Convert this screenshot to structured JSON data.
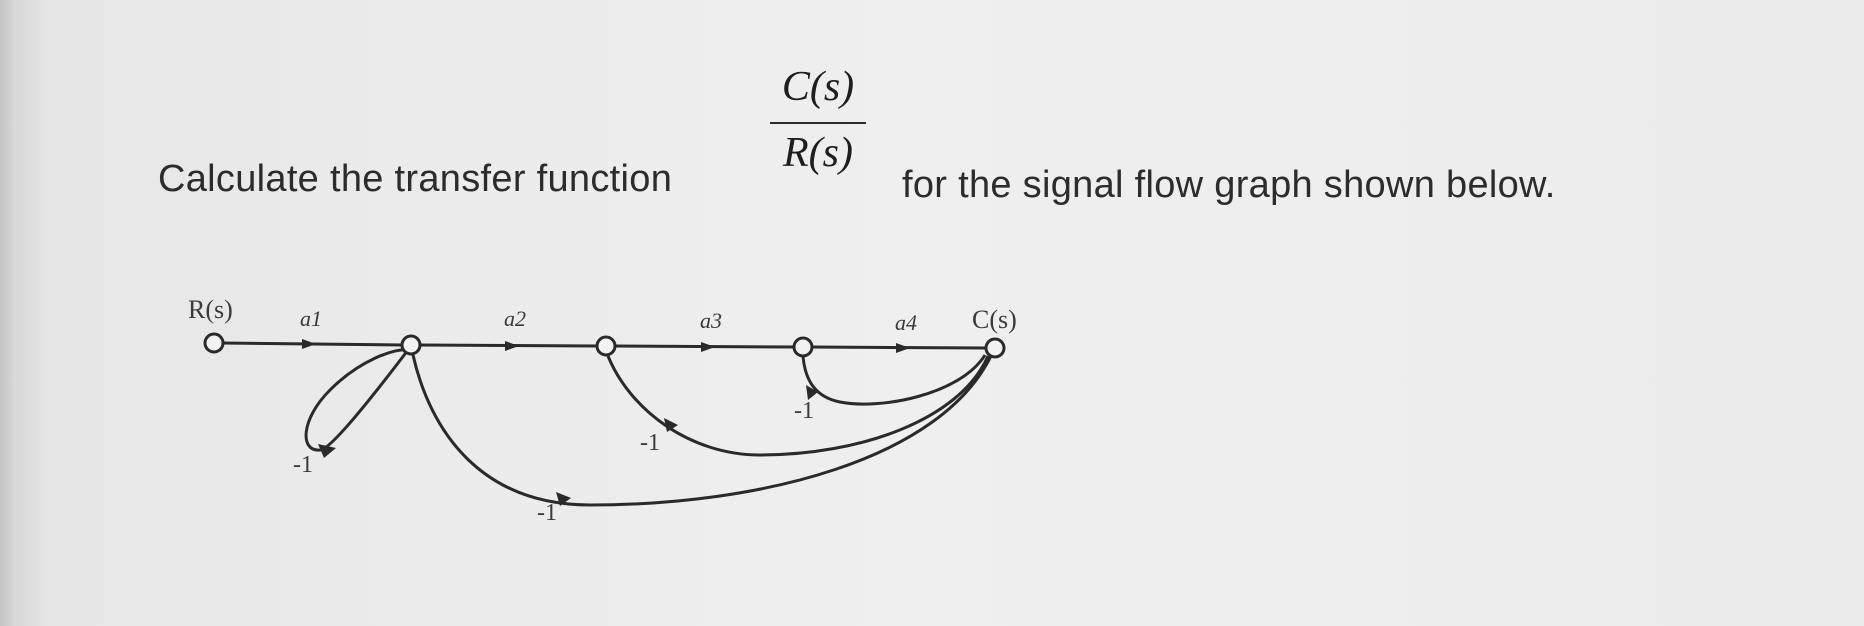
{
  "question": {
    "text_before": "Calculate the transfer function",
    "fraction_numerator": "C(s)",
    "fraction_denominator": "R(s)",
    "text_after": "for the signal flow graph shown below."
  },
  "diagram": {
    "input_label": "R(s)",
    "output_label": "C(s)",
    "forward_gains": [
      "a1",
      "a2",
      "a3",
      "a4"
    ],
    "feedback_gains": {
      "self_loop": "-1",
      "loop_node4_to_node3": "-1",
      "loop_node4_to_node2": "-1",
      "loop_node4_to_node1": "-1"
    }
  }
}
